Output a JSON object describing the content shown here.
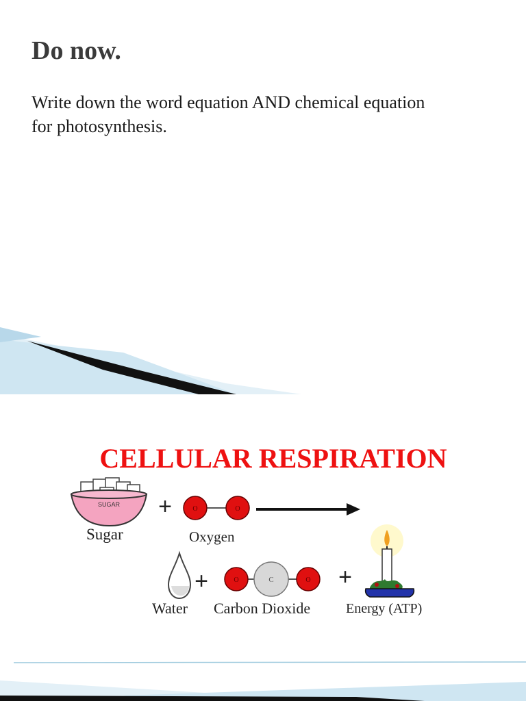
{
  "slide1": {
    "title": "Do now.",
    "body_line1": "Write down the word equation AND chemical equation",
    "body_line2": "for photosynthesis."
  },
  "slide2": {
    "title": "CELLULAR RESPIRATION",
    "bowl_text": "SUGAR",
    "labels": {
      "sugar": "Sugar",
      "oxygen": "Oxygen",
      "water": "Water",
      "carbon_dioxide": "Carbon Dioxide",
      "energy": "Energy (ATP)"
    },
    "atom_o": "O",
    "atom_c": "C",
    "plus": "+"
  },
  "colors": {
    "title_red": "#ee1111",
    "oxygen_red": "#e01010",
    "bowl_pink": "#f4a4c0",
    "candle_base_blue": "#2233aa",
    "swoosh_light": "#cfe6f2",
    "swoosh_dark": "#111111"
  },
  "icons": [
    "sugar-bowl-icon",
    "oxygen-molecule-icon",
    "arrow-right-icon",
    "water-drop-icon",
    "carbon-dioxide-molecule-icon",
    "candle-icon"
  ]
}
